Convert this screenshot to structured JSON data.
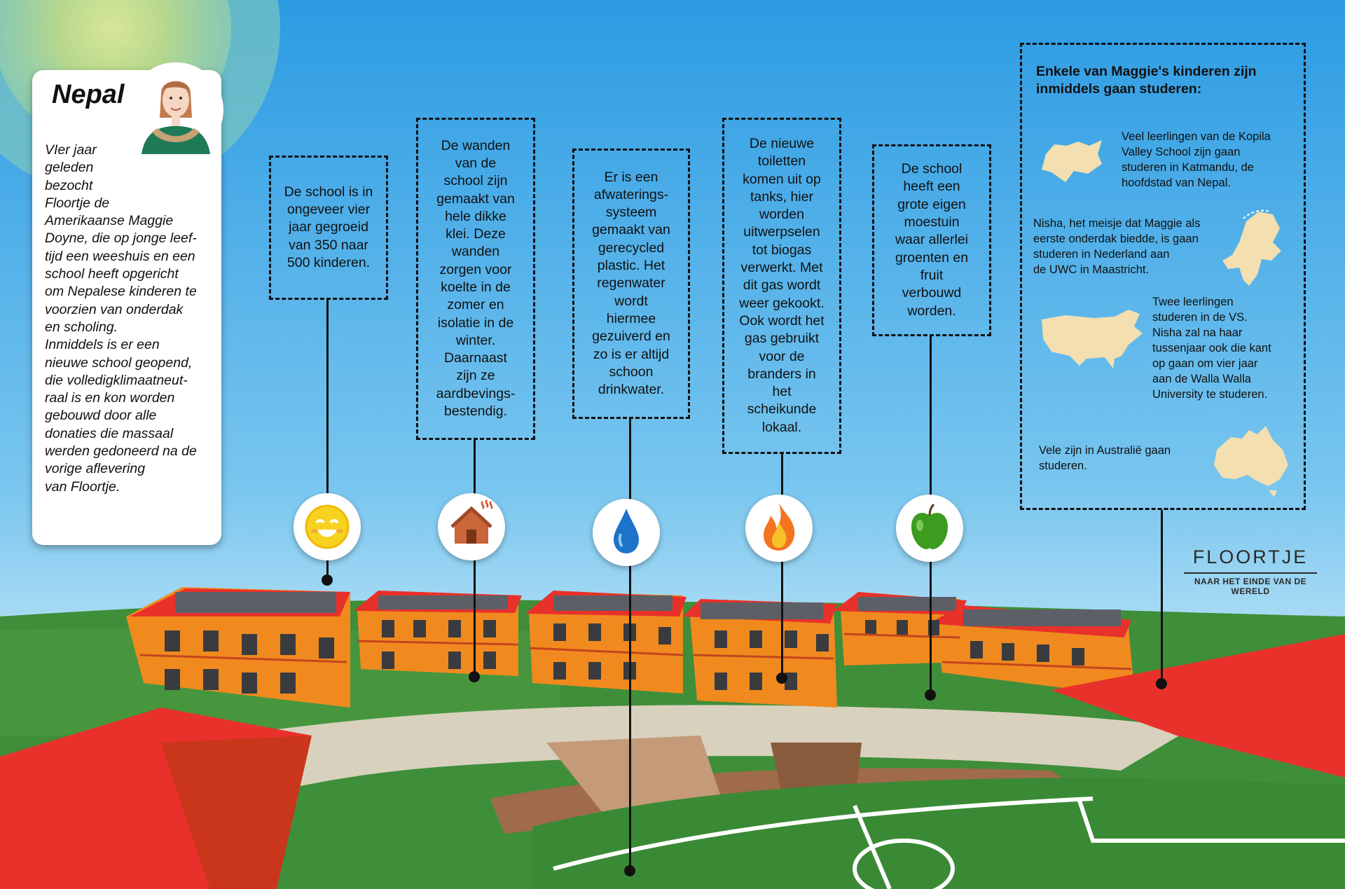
{
  "info_card": {
    "title": "Nepal",
    "body": "VIer jaar\ngeleden\nbezocht\nFloortje de\nAmerikaanse  Maggie\nDoyne, die op jonge leef-\ntijd een weeshuis en een\nschool heeft opgericht\nom Nepalese kinderen te\nvoorzien van onderdak\nen scholing.\nInmiddels is er een\nnieuwe school geopend,\ndie volledigklimaatneut-\nraal is en kon worden\ngebouwd door alle\ndonaties die massaal\nwerden gedoneerd na de\nvorige aflevering\nvan Floortje."
  },
  "callouts": [
    {
      "text": "De school is in\nongeveer vier\njaar gegroeid\nvan 350 naar\n500 kinderen.",
      "icon": "smiling-sun-icon"
    },
    {
      "text": "De wanden\nvan de\nschool zijn\ngemaakt van\nhele dikke\nklei. Deze\nwanden\nzorgen voor\nkoelte in de\nzomer en\nisolatie in de\nwinter.\nDaarnaast\nzijn ze\naardbevings-\nbestendig.",
      "icon": "clay-house-icon"
    },
    {
      "text": "Er is een\nafwaterings-\nsysteem\ngemaakt van\ngerecycled\nplastic. Het\nregenwater\nwordt\nhiermee\ngezuiverd en\nzo is er altijd\nschoon\ndrinkwater.",
      "icon": "water-drop-icon"
    },
    {
      "text": "De nieuwe\ntoiletten\nkomen uit op\ntanks, hier\nworden\nuitwerpselen\ntot biogas\nverwerkt. Met\ndit gas wordt\nweer gekookt.\nOok wordt het\ngas gebruikt\nvoor de\nbranders in\nhet\nscheikunde\nlokaal.",
      "icon": "fire-icon"
    },
    {
      "text": "De school\nheeft een\ngrote eigen\nmoestuin\nwaar allerlei\ngroenten en\nfruit\nverbouwd\nworden.",
      "icon": "green-apple-icon"
    }
  ],
  "students_panel": {
    "title": "Enkele van Maggie's kinderen zijn inmiddels gaan studeren:",
    "items": [
      {
        "text": "Veel leerlingen van de Kopila\nValley School zijn gaan\nstuderen in Katmandu, de\nhoofdstad van Nepal.",
        "icon": "nepal-map-icon"
      },
      {
        "text": "Nisha, het meisje dat Maggie als\neerste onderdak biedde, is gaan\nstuderen in Nederland aan\nde UWC in Maastricht.",
        "icon": "netherlands-map-icon"
      },
      {
        "text": "Twee leerlingen\nstuderen in de VS.\nNisha zal na haar\ntussenjaar ook die kant\nop gaan om vier jaar\naan de Walla Walla\nUniversity te studeren.",
        "icon": "usa-map-icon"
      },
      {
        "text": "Vele zijn in Australië gaan\nstuderen.",
        "icon": "australia-map-icon"
      }
    ]
  },
  "logo": {
    "main": "FLOORTJE",
    "sub": "NAAR HET EINDE VAN DE WERELD"
  },
  "colors": {
    "sky_top": "#2f9fe6",
    "sky_bottom": "#bfe4f6",
    "grass": "#3f8f3a",
    "roof_red": "#e8312a",
    "wall_orange": "#f08a1f",
    "map_beige": "#f3dfb0"
  }
}
